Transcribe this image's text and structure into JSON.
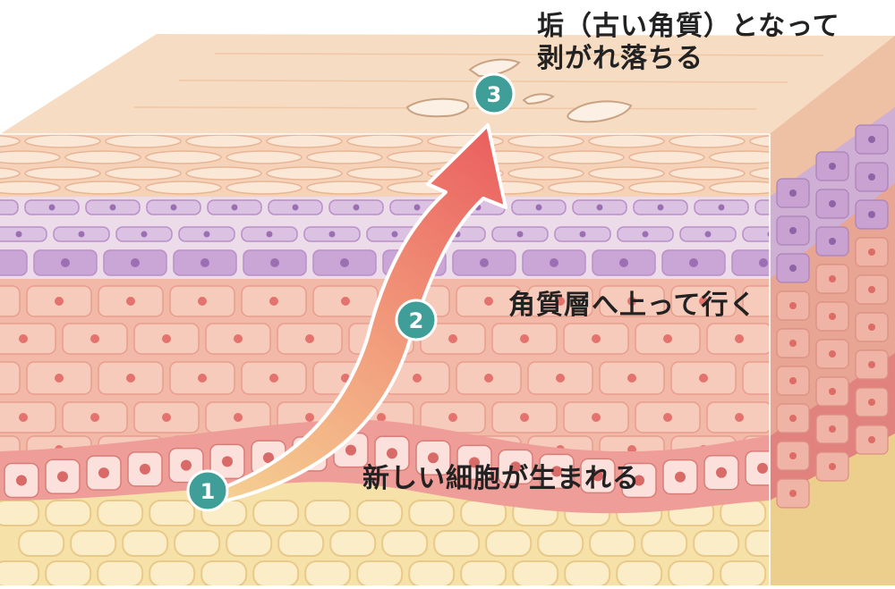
{
  "colors": {
    "top_surface": "#f6dcc3",
    "horny_layer": "#f6d3b8",
    "granular_layer": "#dcc2e2",
    "spinous_layer": "#f5c4b4",
    "basal_layer": "#f0b1ab",
    "dermis": "#f6e2a9",
    "badge": "#3f9e98",
    "arrow_start": "#f5cf92",
    "arrow_end": "#ea5f5f"
  },
  "labels": {
    "scale_off_line1": "垢（古い角質）となって",
    "scale_off_line2": "剥がれ落ちる",
    "move_up": "角質層へ上って行く",
    "new_cells": "新しい細胞が生まれる"
  },
  "badges": {
    "one": "1",
    "two": "2",
    "three": "3"
  }
}
